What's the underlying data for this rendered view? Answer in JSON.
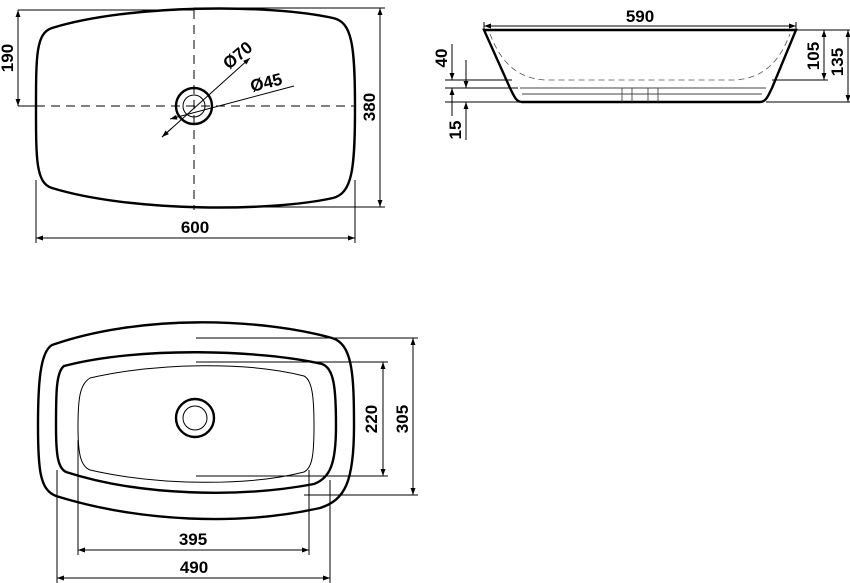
{
  "top_view": {
    "dimensions": {
      "length": "600",
      "width": "380",
      "drain_offset": "190",
      "outer_drain_diameter": "Ø70",
      "inner_drain_diameter": "Ø45"
    }
  },
  "side_view": {
    "dimensions": {
      "top_length": "590",
      "bowl_depth": "105",
      "total_height": "135",
      "base_height": "40",
      "base_step": "15"
    }
  },
  "bottom_view": {
    "dimensions": {
      "outer_length": "490",
      "inner_length": "395",
      "inner_width": "220",
      "outer_width": "305"
    }
  }
}
